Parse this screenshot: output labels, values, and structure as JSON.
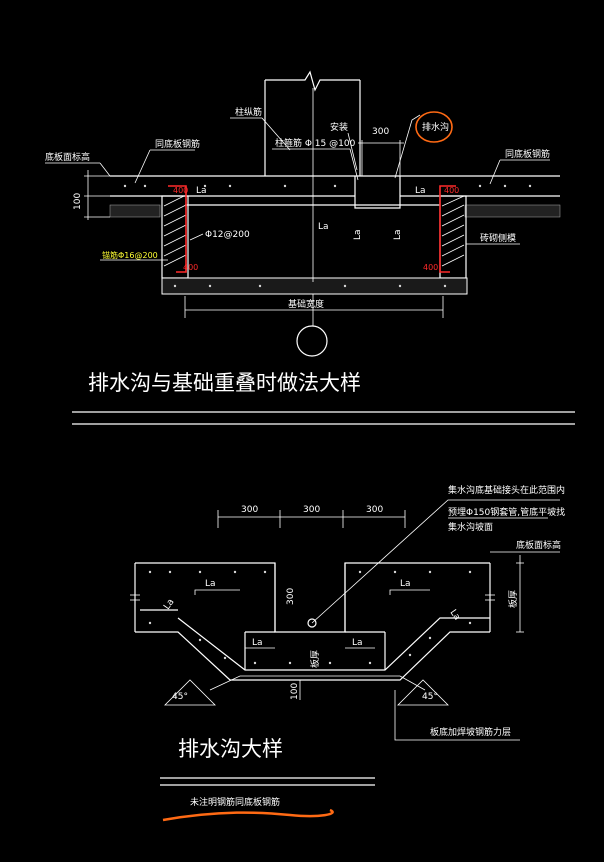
{
  "top": {
    "title": "排水沟与基础重叠时做法大样",
    "dims": {
      "d300": "300",
      "d100": "100"
    },
    "labels": {
      "floor_elev_left": "底板面标高",
      "same_rebar_left": "同底板钢筋",
      "same_rebar_right": "同底板钢筋",
      "column_rebar": "柱纵筋",
      "column_stirrup": "柱箍筋 Φ 15 @100",
      "trench": "排水沟",
      "pipe_note": "安装",
      "rebar_left": "Φ12@200",
      "anchor_left": "锚筋Φ16@200",
      "side_note": "砖砌侧模",
      "base_width": "基础宽度",
      "la": "La",
      "n400": "400"
    }
  },
  "bottom": {
    "title": "排水沟大样",
    "note": "未注明钢筋同底板钢筋",
    "dims": [
      "300",
      "300",
      "300"
    ],
    "d300v": "300",
    "d100": "100",
    "angle": "45°",
    "labels": {
      "callout1": "集水沟底基础接头在此范围内",
      "callout2": "预埋Φ150钢套管,管底平坡找",
      "callout3": "集水沟坡面",
      "floor_elev": "底板面标高",
      "thk": "板厚",
      "bottom_note": "板底加焊坡钢筋力层",
      "la": "La"
    }
  }
}
